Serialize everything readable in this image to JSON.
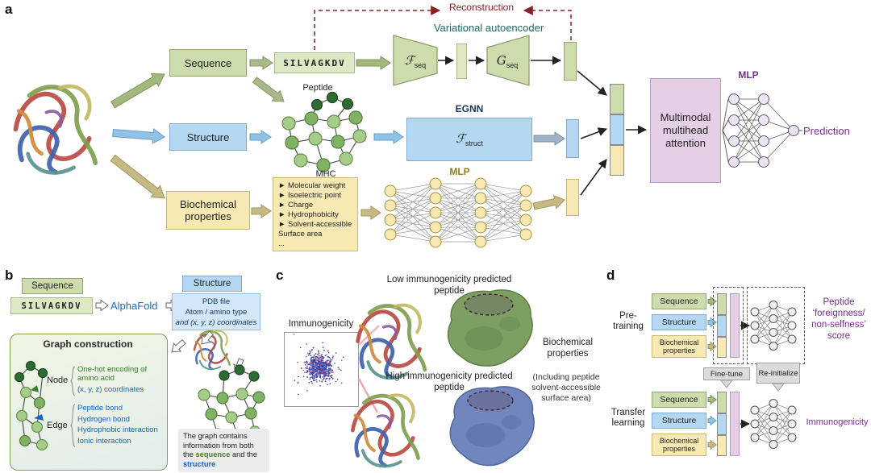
{
  "colors": {
    "sequence_green": "#ccdcad",
    "structure_blue": "#b5d8f2",
    "biochem_yellow": "#f7e9b4",
    "attention_purple": "#e4cfe6",
    "purple_text": "#7a2e8e",
    "reconstruction_red": "#8b1f24",
    "vae_teal": "#206a5e",
    "egnn_navy": "#17365d",
    "mlp_olive": "#8f7d1f",
    "alphafold_blue": "#1f6bc4"
  },
  "panel_a": {
    "label": "a",
    "reconstruction_label": "Reconstruction",
    "vae_title": "Variational autoencoder",
    "sequence_box": "Sequence",
    "structure_box": "Structure",
    "biochem_box": "Biochemical properties",
    "sequence_string": "SILVAGKDV",
    "encoder_symbol": "ℱ",
    "encoder_sub": "seq",
    "decoder_symbol": "G",
    "decoder_sub": "seq",
    "peptide_label": "Peptide",
    "mhc_label": "MHC",
    "egnn_label": "EGNN",
    "struct_symbol": "ℱ",
    "struct_sub": "struct",
    "biochem_items": [
      "► Molecular weight",
      "► Isoelectric point",
      "► Charge",
      "► Hydrophobicity",
      "► Solvent-accessible",
      "Surface area",
      "..."
    ],
    "mlp_mid_label": "MLP",
    "attention_box": "Multimodal multihead attention",
    "mlp_right_label": "MLP",
    "prediction_label": "Prediction"
  },
  "panel_b": {
    "label": "b",
    "sequence_box": "Sequence",
    "sequence_string": "SILVAGKDV",
    "alphafold_label": "AlphaFold",
    "structure_box": "Structure",
    "pdb_lines": [
      "PDB file",
      "Atom / amino type",
      "and (x, y, z) coordinates"
    ],
    "graph_construction_title": "Graph construction",
    "node_label": "Node",
    "node_items": [
      "One-hot encoding of amino acid",
      "(x, y, z) coordinates"
    ],
    "edge_label": "Edge",
    "edge_items": [
      "Peptide bond",
      "Hydrogen bond",
      "Hydrophobic interaction",
      "Ionic interaction"
    ],
    "caption": {
      "lead": "The graph contains information from both the ",
      "sequence_word": "sequence",
      "mid": " and the ",
      "structure_word": "structure"
    }
  },
  "panel_c": {
    "label": "c",
    "low_peptide_label": "Low immunogenicity predicted peptide",
    "high_peptide_label": "High immunogenicity predicted peptide",
    "immunogenicity_label": "Immunogenicity",
    "biochem_label": "Biochemical properties",
    "including_label": "(Including peptide solvent-accessible surface area)"
  },
  "panel_d": {
    "label": "d",
    "pretraining_label": "Pre-training",
    "transfer_label": "Transfer learning",
    "sequence_box": "Sequence",
    "structure_box": "Structure",
    "biochem_box": "Biochemical properties",
    "finetune_label": "Fine-tune",
    "reinitialize_label": "Re-initialize",
    "score_label": "Peptide ‘foreignness/ non-selfness’ score",
    "immunogenicity_label": "Immunogenicity"
  }
}
